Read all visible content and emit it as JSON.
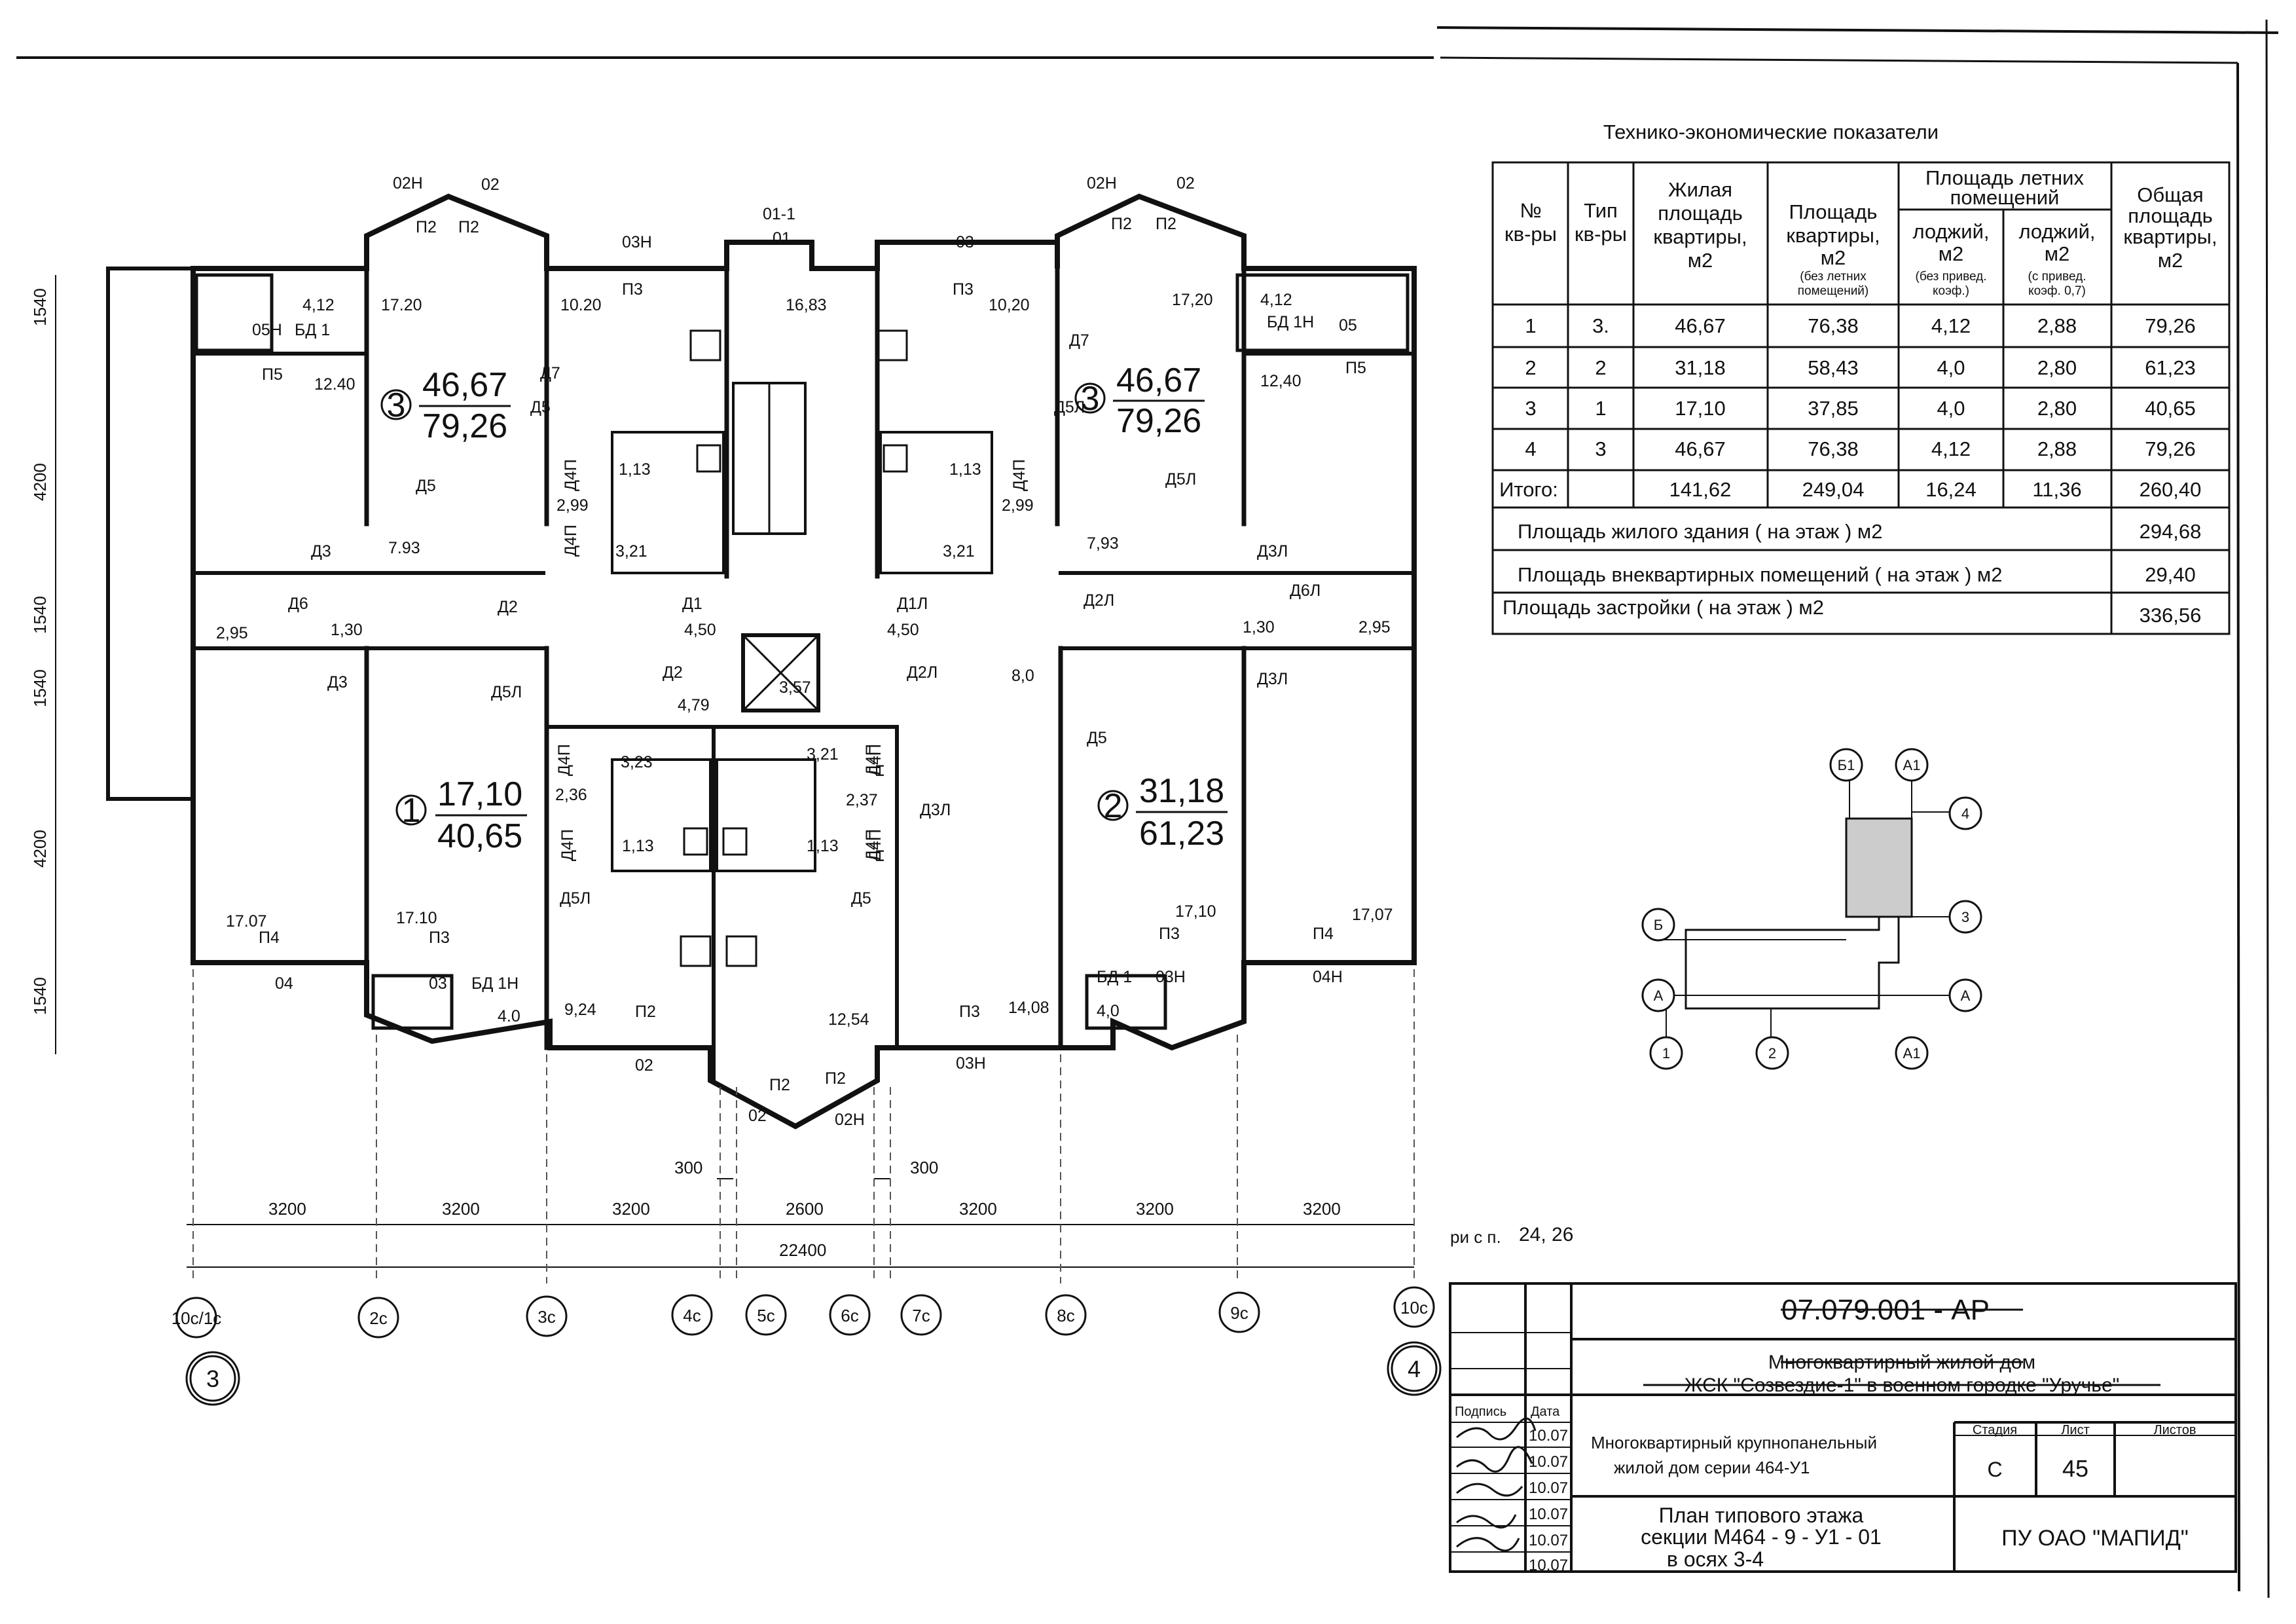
{
  "table": {
    "title": "Технико-экономические показатели",
    "headers": {
      "num": [
        "№",
        "кв-ры"
      ],
      "type": [
        "Тип",
        "кв-ры"
      ],
      "living": [
        "Жилая",
        "площадь",
        "квартиры,",
        "м2"
      ],
      "area": [
        "Площадь",
        "квартиры,",
        "м2"
      ],
      "area_note": [
        "(без летних",
        "помещений)"
      ],
      "summer": [
        "Площадь летних",
        "помещений"
      ],
      "loggia1": [
        "лоджий,",
        "м2"
      ],
      "loggia1_note": [
        "(без привед.",
        "коэф.)"
      ],
      "loggia2": [
        "лоджий,",
        "м2"
      ],
      "loggia2_note": [
        "(с привед.",
        "коэф. 0,7)"
      ],
      "total": [
        "Общая",
        "площадь",
        "квартиры,",
        "м2"
      ]
    },
    "rows": [
      [
        "1",
        "3.",
        "46,67",
        "76,38",
        "4,12",
        "2,88",
        "79,26"
      ],
      [
        "2",
        "2",
        "31,18",
        "58,43",
        "4,0",
        "2,80",
        "61,23"
      ],
      [
        "3",
        "1",
        "17,10",
        "37,85",
        "4,0",
        "2,80",
        "40,65"
      ],
      [
        "4",
        "3",
        "46,67",
        "76,38",
        "4,12",
        "2,88",
        "79,26"
      ]
    ],
    "total_row": [
      "Итого:",
      "141,62",
      "249,04",
      "16,24",
      "11,36",
      "260,40"
    ],
    "summary": [
      {
        "label": "Площадь жилого здания ( на этаж ) м2",
        "value": "294,68"
      },
      {
        "label": "Площадь внеквартирных помещений ( на этаж ) м2",
        "value": "29,40"
      },
      {
        "label": "Площадь застройки ( на этаж ) м2",
        "value": "336,56"
      }
    ]
  },
  "plan": {
    "apartments": [
      {
        "no": "3",
        "living": "46,67",
        "total": "79,26"
      },
      {
        "no": "3",
        "living": "46,67",
        "total": "79,26"
      },
      {
        "no": "1",
        "living": "17,10",
        "total": "40,65"
      },
      {
        "no": "2",
        "living": "31,18",
        "total": "61,23"
      }
    ],
    "rooms": [
      "4,12",
      "17.20",
      "12.40",
      "10.20",
      "16,83",
      "10,20",
      "17,20",
      "4,12",
      "12,40",
      "1,13",
      "2,99",
      "3,21",
      "1,13",
      "2,99",
      "3,21",
      "7.93",
      "7,93",
      "2,95",
      "1,30",
      "4,50",
      "4,50",
      "3,57",
      "8,0",
      "1,30",
      "2,95",
      "4,79",
      "3,23",
      "3,21",
      "2,36",
      "2,37",
      "1,13",
      "1,13",
      "17.07",
      "17.10",
      "4.0",
      "9,24",
      "12,54",
      "14,08",
      "4,0",
      "17,10",
      "17,07"
    ],
    "codes": [
      "02Н",
      "02",
      "П2",
      "П2",
      "03Н",
      "01-1",
      "01",
      "03",
      "02Н",
      "02",
      "П2",
      "П2",
      "05Н",
      "БД 1",
      "П5",
      "П3",
      "П3",
      "БД 1Н",
      "05",
      "П5",
      "Д7",
      "Д5",
      "Д4П",
      "Д5",
      "Д3",
      "Д6",
      "Д3",
      "Д2",
      "Д1",
      "Д1Л",
      "Д2Л",
      "Д2",
      "Д2Л",
      "Д5Л",
      "Д4П",
      "Д7",
      "Д5Л",
      "Д4П",
      "Д5Л",
      "Д3Л",
      "Д6Л",
      "Д3Л",
      "Д4П",
      "Д4П",
      "Д4П",
      "Д4П",
      "Д3Л",
      "Д5",
      "Д5Л",
      "Д5",
      "П4",
      "П3",
      "04",
      "03",
      "БД 1Н",
      "П2",
      "02",
      "П2",
      "П2",
      "02",
      "02Н",
      "П3",
      "03Н",
      "БД 1",
      "03Н",
      "П3",
      "П4",
      "04Н",
      "Д4П",
      "Д4П"
    ],
    "dims_left": [
      "1540",
      "4200",
      "1540",
      "1540",
      "4200",
      "1540"
    ],
    "dims_bottom": [
      "3200",
      "3200",
      "3200",
      "2600",
      "3200",
      "3200",
      "3200"
    ],
    "dims_small": [
      "300",
      "300"
    ],
    "dim_total": "22400",
    "axes": [
      "10с/1с",
      "2с",
      "3с",
      "4с",
      "5с",
      "6с",
      "7с",
      "8с",
      "9с",
      "10с"
    ],
    "axes_big": [
      "3",
      "4"
    ]
  },
  "keyplan": {
    "labels": [
      "Б1",
      "А1",
      "4",
      "3",
      "А",
      "А1",
      "2",
      "1",
      "А",
      "Б"
    ]
  },
  "ref": {
    "label": "ри с п.",
    "value": "24, 26"
  },
  "stamp": {
    "code": "07.079.001 - АР",
    "project_1": "Многоквартирный жилой дом",
    "project_2": "ЖСК \"Созвездие-1\" в военном городке \"Уручье\"",
    "col_sign": "Подпись",
    "col_date": "Дата",
    "dates": [
      "10.07",
      "10.07",
      "10.07",
      "10.07",
      "10.07",
      "10.07"
    ],
    "building_1": "Многоквартирный крупнопанельный",
    "building_2": "жилой дом серии 464-У1",
    "stage_label": "Стадия",
    "sheet_label": "Лист",
    "sheets_label": "Листов",
    "stage": "С",
    "sheet": "45",
    "drawing_1": "План типового этажа",
    "drawing_2": "секции М464 - 9 - У1 - 01",
    "drawing_3": "в осях 3-4",
    "org": "ПУ ОАО \"МАПИД\""
  }
}
